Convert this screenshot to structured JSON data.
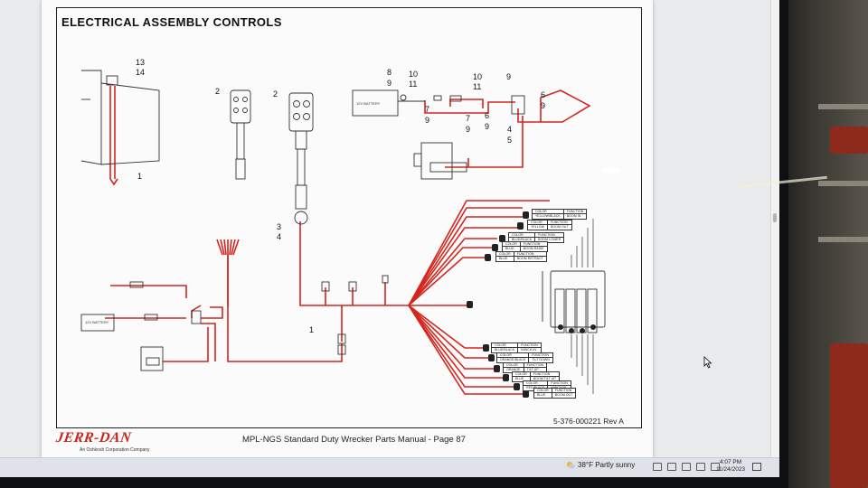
{
  "document": {
    "title": "ELECTRICAL ASSEMBLY CONTROLS",
    "footer_manual": "MPL-NGS Standard Duty Wrecker Parts Manual  -  Page 87",
    "footer_rev": "5-376-000221  Rev A",
    "logo": "JERR-DAN",
    "logo_sub": "An Oshkosh Corporation Company"
  },
  "callouts": {
    "switch_13": "13",
    "switch_14": "14",
    "switch_1": "1",
    "pendant_a": "2",
    "pendant_b": "2",
    "conn_3": "3",
    "conn_4": "4",
    "harness_1": "1",
    "b8": "8",
    "b9a": "9",
    "b10a": "10",
    "b11a": "11",
    "b7a": "7",
    "b9b": "9",
    "b7b": "7",
    "b9c": "9",
    "b10b": "10",
    "b11b": "11",
    "b6a": "6",
    "b9d": "9",
    "b9e": "9",
    "b6b": "6",
    "b9f": "9",
    "b4": "4",
    "b5": "5"
  },
  "components": {
    "battery_top": "12V BATTERY",
    "battery_left": "12V BATTERY"
  },
  "valve_tags": [
    {
      "h1": "COLOR",
      "h2": "FUNCTION",
      "v1": "YELLOW/BLACK",
      "v2": "BOOM IN"
    },
    {
      "h1": "COLOR",
      "h2": "FUNCTION",
      "v1": "YELLOW",
      "v2": "BOOM OUT"
    },
    {
      "h1": "COLOR",
      "h2": "FUNCTION",
      "v1": "BLUE/BLACK",
      "v2": "BOOM LOWER"
    },
    {
      "h1": "COLOR",
      "h2": "FUNCTION",
      "v1": "BLUE",
      "v2": "BOOM RAISE"
    },
    {
      "h1": "COLOR",
      "h2": "FUNCTION",
      "v1": "BLUE",
      "v2": "BOOM RETRACT"
    },
    {
      "h1": "COLOR",
      "h2": "FUNCTION",
      "v1": "BLUE/BLACK",
      "v2": "WINCH IN"
    },
    {
      "h1": "COLOR",
      "h2": "FUNCTION",
      "v1": "ORANGE/BLACK",
      "v2": "TILT DOWN"
    },
    {
      "h1": "COLOR",
      "h2": "FUNCTION",
      "v1": "ORANGE",
      "v2": "TILT UP"
    },
    {
      "h1": "COLOR",
      "h2": "FUNCTION",
      "v1": "BLUE",
      "v2": "BOOM TILT UP"
    },
    {
      "h1": "COLOR",
      "h2": "FUNCTION",
      "v1": "RED/BLACK",
      "v2": "WINCH IN"
    },
    {
      "h1": "COLOR",
      "h2": "FUNCTION",
      "v1": "BLUE",
      "v2": "BOOM OUT"
    }
  ],
  "taskbar": {
    "weather": "38°F  Partly sunny",
    "time": "4:07 PM",
    "date": "11/24/2023"
  },
  "colors": {
    "wire": "#d5261e",
    "line": "#333333",
    "logo": "#c8261e"
  }
}
